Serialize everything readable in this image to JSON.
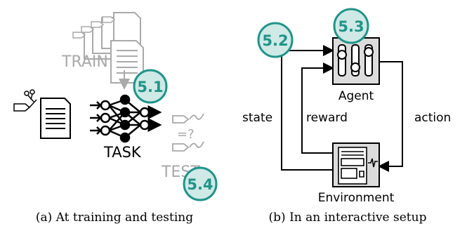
{
  "left_panel": {
    "train_label": "TRAIN",
    "task_label": "TASK",
    "test_label": "TEST",
    "equals_label": "=?",
    "badge_train": "5.1",
    "badge_test": "5.4",
    "caption": "(a) At training and testing"
  },
  "right_panel": {
    "agent_label": "Agent",
    "environment_label": "Environment",
    "state_label": "state",
    "reward_label": "reward",
    "action_label": "action",
    "badge_state": "5.2",
    "badge_agent": "5.3",
    "caption": "(b) In an interactive setup"
  },
  "colors": {
    "badge_fill": "#cfe9e6",
    "badge_stroke": "#1f9488",
    "badge_text": "#1f9488",
    "gray": "#a9a9a9",
    "box_fill": "#dcdcdc"
  }
}
